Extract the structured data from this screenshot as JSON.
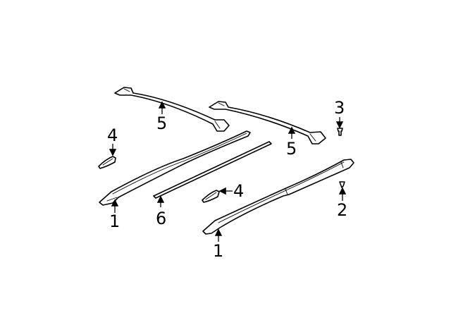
{
  "diagram": {
    "type": "exploded parts diagram",
    "subject": "roof rack components",
    "colors": {
      "background": "#ffffff",
      "line": "#000000"
    },
    "callouts": [
      {
        "id": "callout-5-left",
        "label": "5",
        "part": "crossbar"
      },
      {
        "id": "callout-5-right",
        "label": "5",
        "part": "crossbar"
      },
      {
        "id": "callout-3",
        "label": "3",
        "part": "screw"
      },
      {
        "id": "callout-4-left",
        "label": "4",
        "part": "end cover"
      },
      {
        "id": "callout-4-right",
        "label": "4",
        "part": "end cover"
      },
      {
        "id": "callout-1-left",
        "label": "1",
        "part": "side rail"
      },
      {
        "id": "callout-1-right",
        "label": "1",
        "part": "side rail"
      },
      {
        "id": "callout-6",
        "label": "6",
        "part": "molding strip"
      },
      {
        "id": "callout-2",
        "label": "2",
        "part": "clip"
      }
    ]
  }
}
